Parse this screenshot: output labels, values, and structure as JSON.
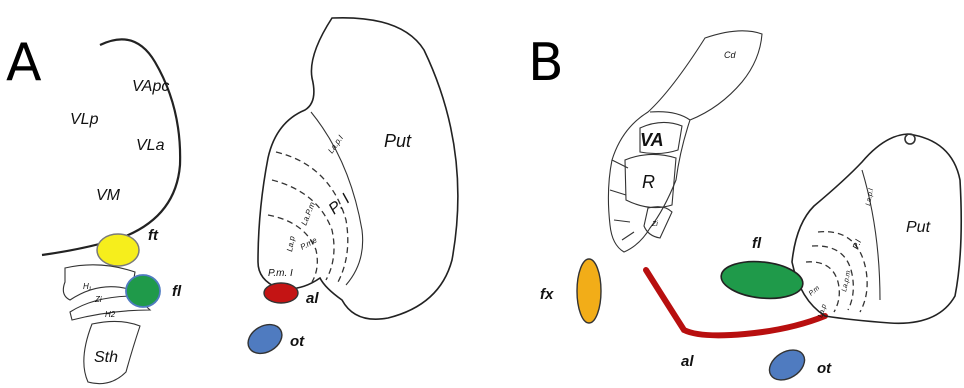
{
  "panels": [
    {
      "letter": "A",
      "labels": {
        "vapc": "VApc",
        "vlp": "VLp",
        "vla": "VLa",
        "vm": "VM",
        "h1": "H₁",
        "zi": "Zi",
        "h2": "H2",
        "sth": "Sth",
        "put": "Put",
        "lap1": "La.p.I",
        "p1": "P. I",
        "lapm": "La.P.m",
        "lap": "La.p",
        "pme": "P.me",
        "pm1": "P.m. I"
      },
      "structures": {
        "ft": "ft",
        "fl": "fl",
        "al": "al",
        "ot": "ot"
      }
    },
    {
      "letter": "B",
      "labels": {
        "cd": "Cd",
        "va": "VA",
        "r": "R",
        "zi": "Zi",
        "put": "Put",
        "p1": "P.I",
        "lap1": "La.p.I",
        "lapm": "La.p.m",
        "pm": "P.m",
        "lap": "La.p"
      },
      "structures": {
        "fx": "fx",
        "fl": "fl",
        "al": "al",
        "ot": "ot"
      }
    }
  ],
  "colors": {
    "ft": "#f6ee1c",
    "fl": "#1f9a4a",
    "al_A": "#c41414",
    "ot": "#4f7bc0",
    "fx": "#f2ad18",
    "al_B": "#b80f0f"
  }
}
